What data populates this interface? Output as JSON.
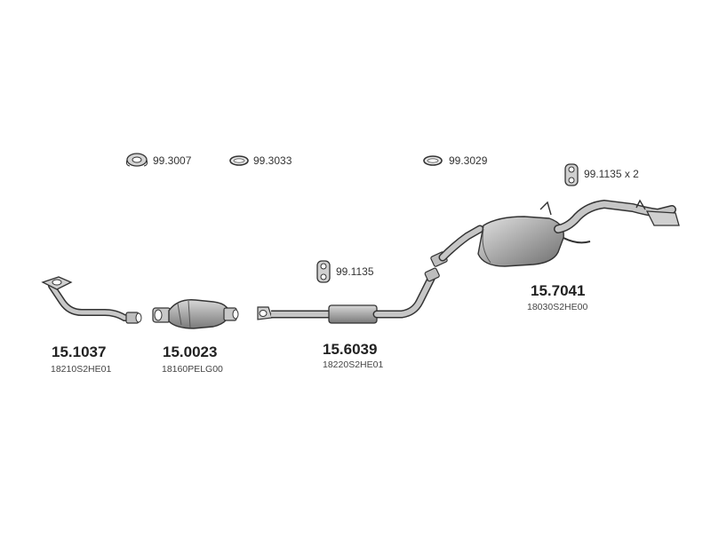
{
  "colors": {
    "part_stroke": "#2a2a2a",
    "part_fill": "#b8b8b8",
    "part_fill_dark": "#8a8a8a",
    "background": "#ffffff"
  },
  "seals": [
    {
      "code": "99.3007",
      "icon": "flange-gasket-icon"
    },
    {
      "code": "99.3033",
      "icon": "sealing-ring-icon"
    },
    {
      "code": "99.3029",
      "icon": "sealing-ring-icon"
    },
    {
      "code": "99.1135 x 2",
      "icon": "rubber-hanger-icon"
    },
    {
      "code": "99.1135",
      "icon": "rubber-hanger-icon"
    }
  ],
  "parts": [
    {
      "number": "15.1037",
      "oem": "18210S2HE01",
      "icon": "front-pipe-icon"
    },
    {
      "number": "15.0023",
      "oem": "18160PELG00",
      "icon": "catalytic-converter-icon"
    },
    {
      "number": "15.6039",
      "oem": "18220S2HE01",
      "icon": "center-pipe-icon"
    },
    {
      "number": "15.7041",
      "oem": "18030S2HE00",
      "icon": "rear-muffler-icon"
    }
  ]
}
